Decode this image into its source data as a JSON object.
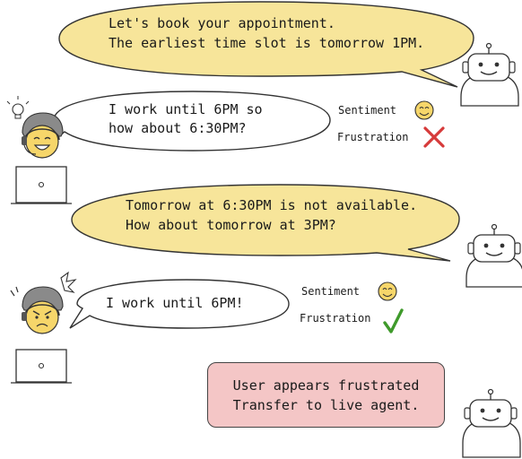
{
  "conversation": {
    "bot_message_1": {
      "line1": "Let's book your appointment.",
      "line2": "The earliest time slot is tomorrow 1PM."
    },
    "user_message_1": {
      "line1": "I work until 6PM so",
      "line2": "how about 6:30PM?"
    },
    "bot_message_2": {
      "line1": "Tomorrow at 6:30PM is not available.",
      "line2": "How about tomorrow at 3PM?"
    },
    "user_message_2": {
      "line1": "I work until 6PM!"
    },
    "indicators_1": {
      "sentiment_label": "Sentiment",
      "frustration_label": "Frustration",
      "sentiment_icon": "smiley-icon",
      "frustration_icon": "red-cross-icon"
    },
    "indicators_2": {
      "sentiment_label": "Sentiment",
      "frustration_label": "Frustration",
      "sentiment_icon": "smiley-icon",
      "frustration_icon": "green-check-icon"
    },
    "alert_box": {
      "line1": "User appears frustrated",
      "line2": "Transfer to live agent."
    }
  },
  "colors": {
    "bubble_fill": "#f7e59a",
    "alert_fill": "#f4c6c6",
    "stroke": "#333333",
    "cross": "#d63a3a",
    "check": "#3f9a2b",
    "face": "#f6d66a"
  }
}
